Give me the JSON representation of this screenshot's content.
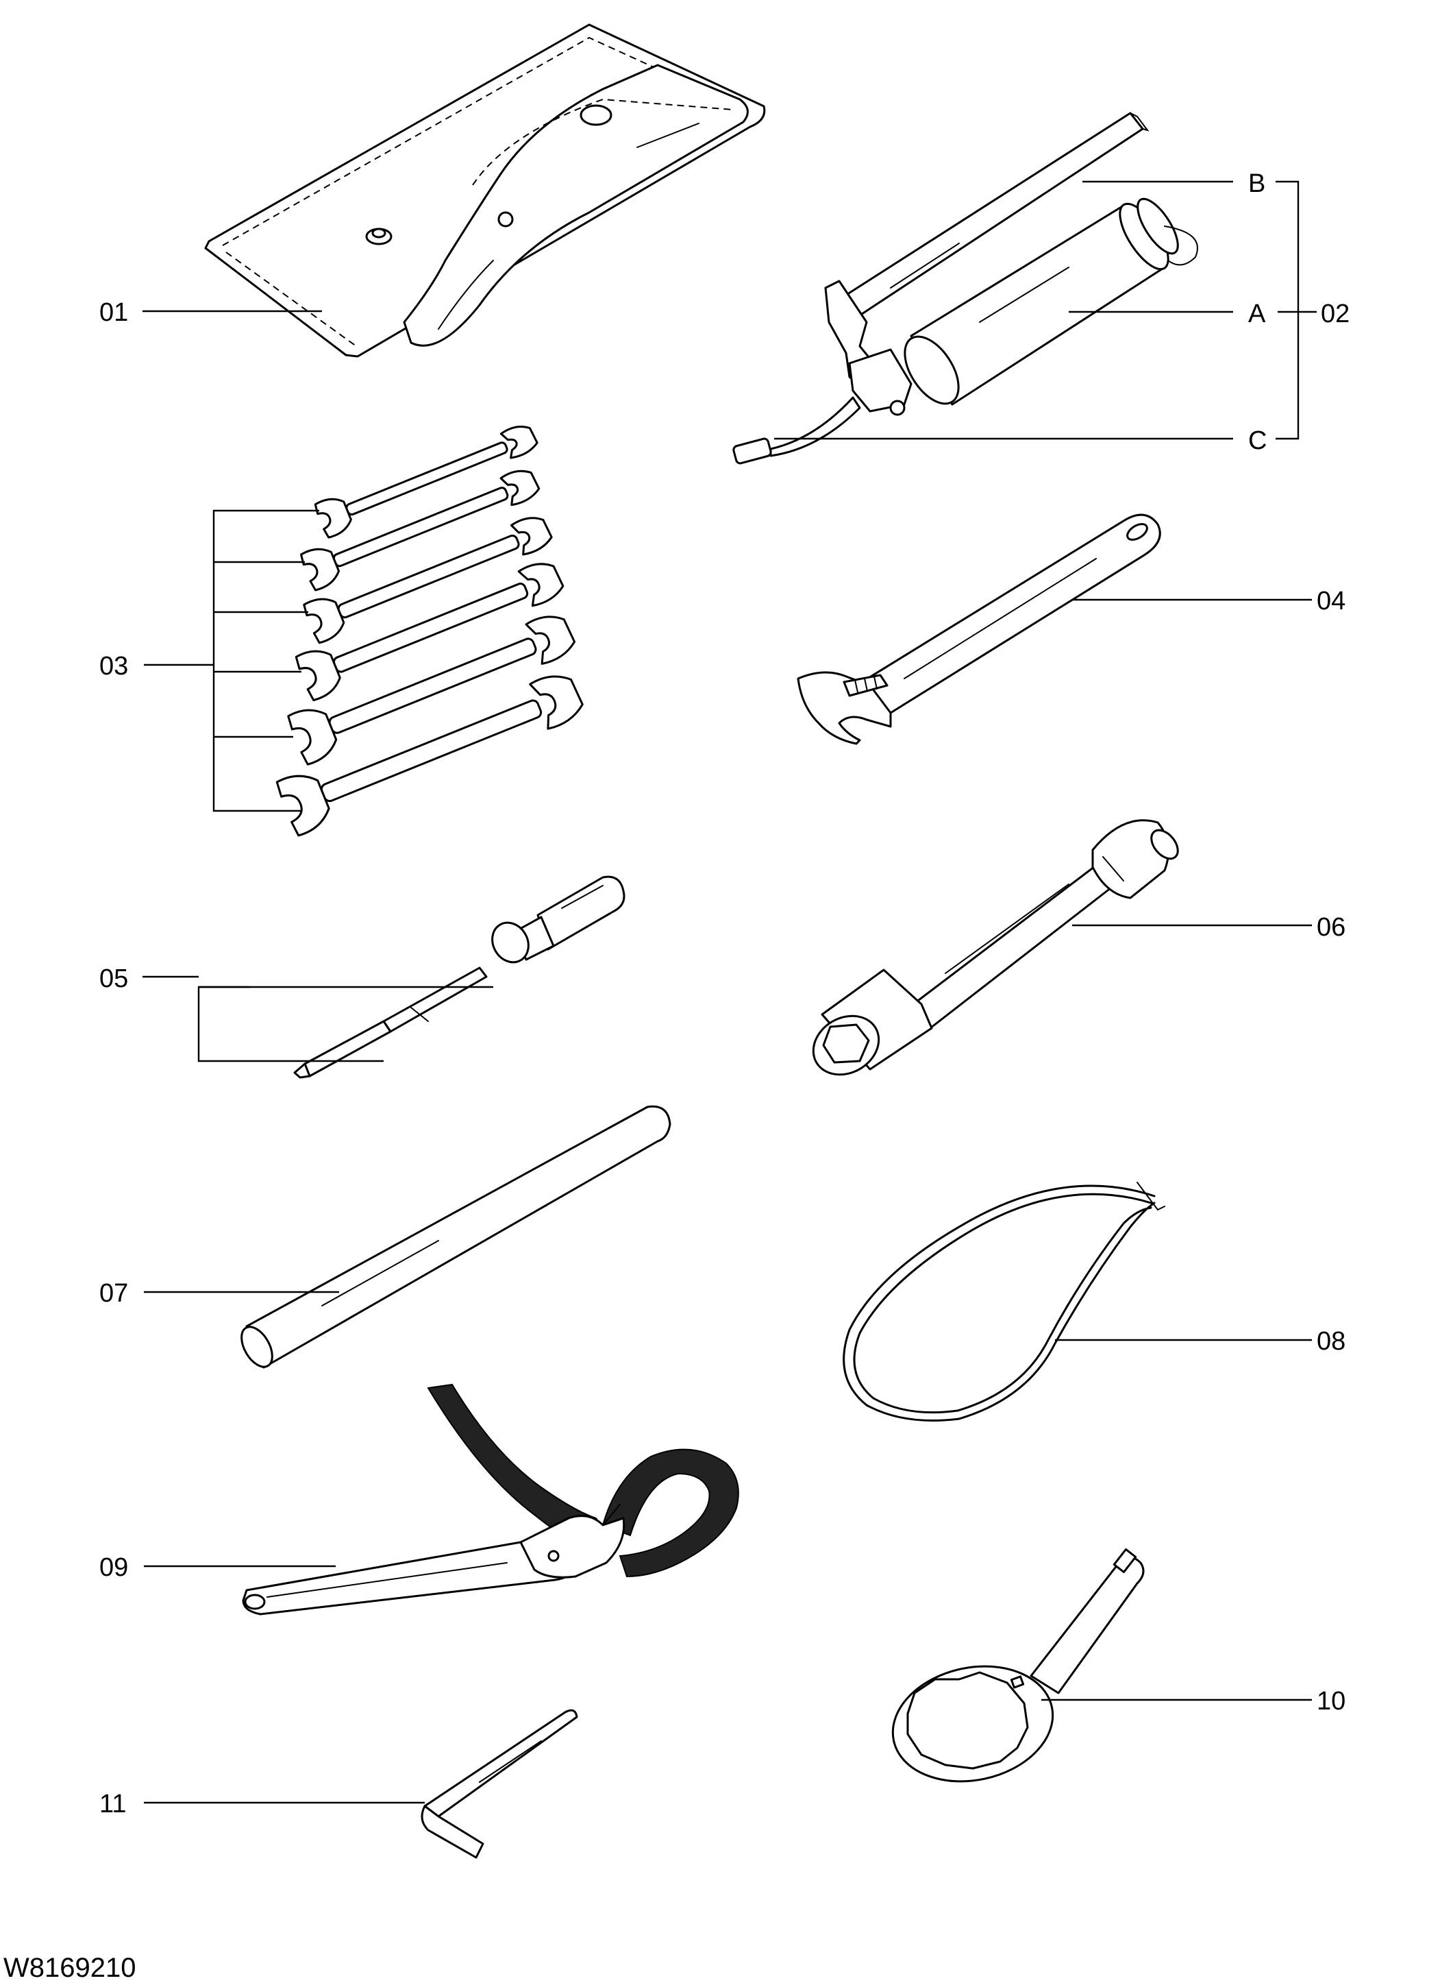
{
  "labels": {
    "p01": "01",
    "p02": "02",
    "p02a": "A",
    "p02b": "B",
    "p02c": "C",
    "p03": "03",
    "p04": "04",
    "p05": "05",
    "p06": "06",
    "p07": "07",
    "p08": "08",
    "p09": "09",
    "p10": "10",
    "p11": "11"
  },
  "drawing_code": "W8169210",
  "colors": {
    "ink": "#000000",
    "paper": "#ffffff",
    "strap": "#222222"
  }
}
